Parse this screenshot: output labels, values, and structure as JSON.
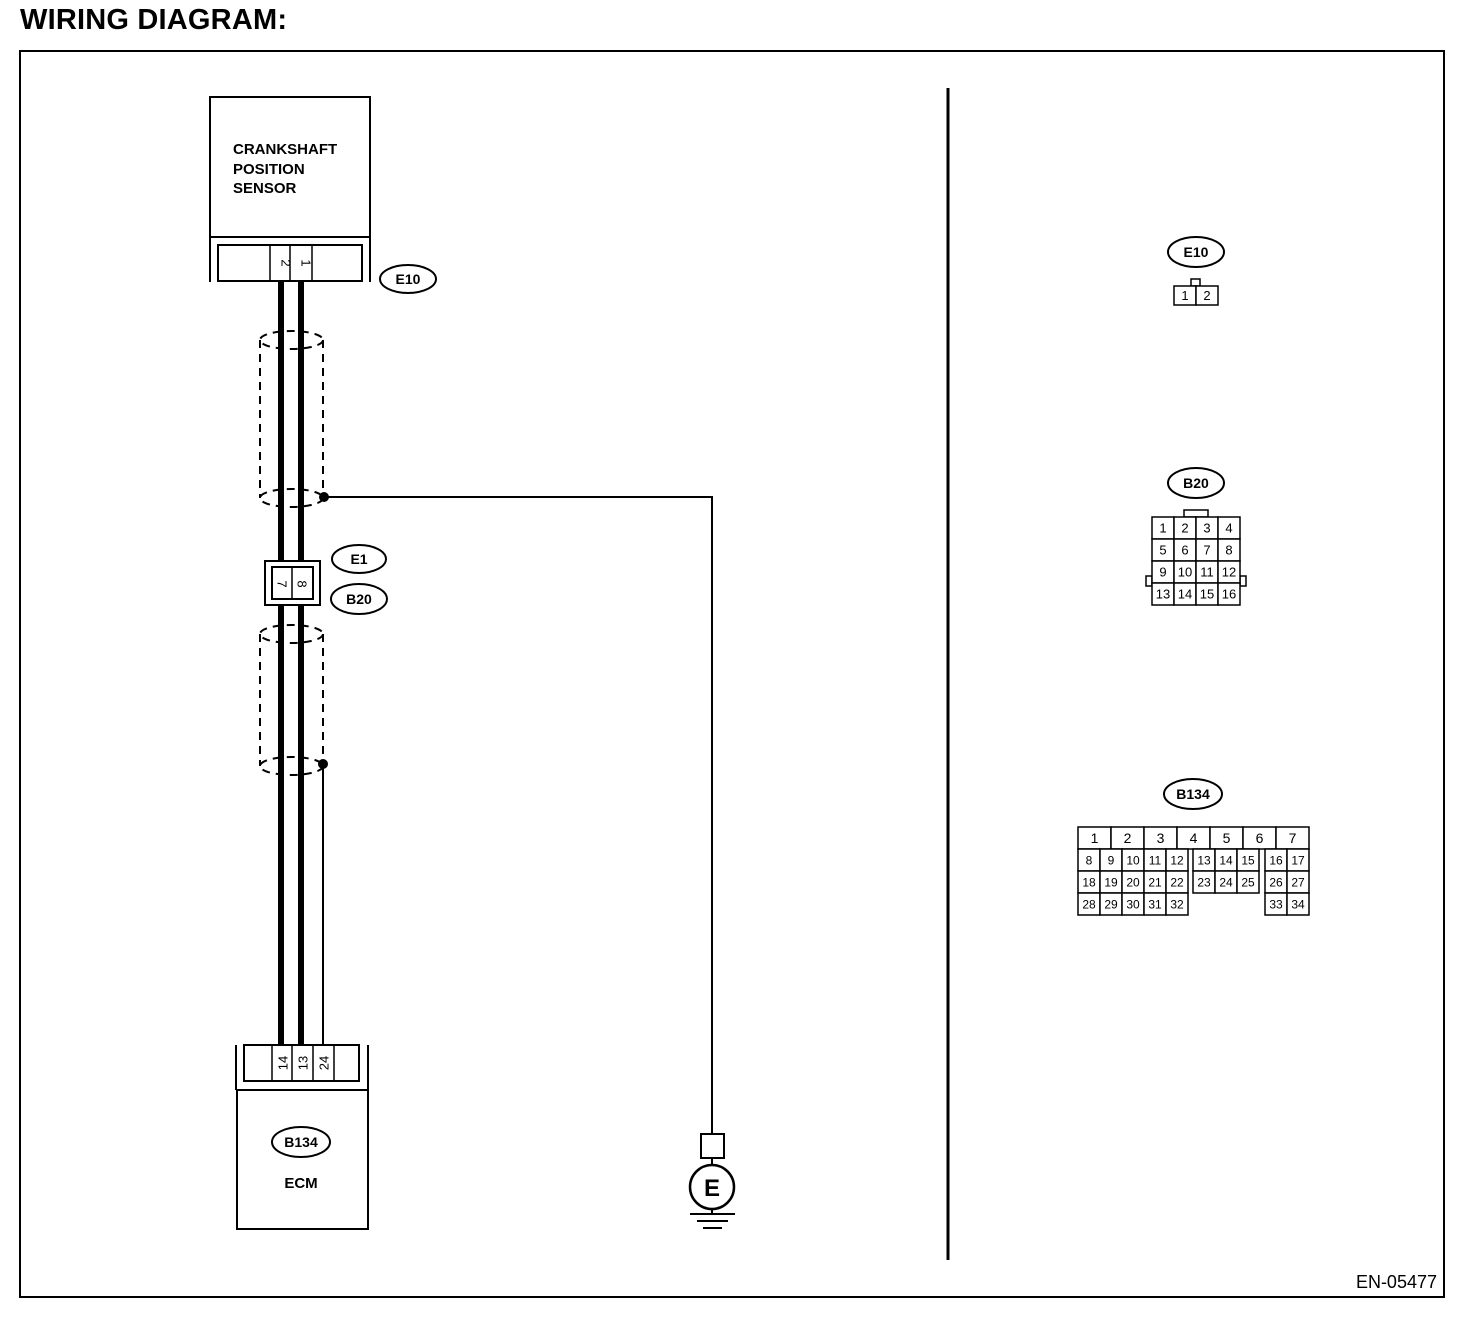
{
  "title": "WIRING DIAGRAM:",
  "figure_code": "EN-05477",
  "sensor": {
    "name_lines": [
      "CRANKSHAFT",
      "POSITION",
      "SENSOR"
    ],
    "pins": [
      "2",
      "1"
    ]
  },
  "connector_tags": {
    "sensor_side": "E10",
    "mid_upper": "E1",
    "mid_lower": "B20"
  },
  "joint_pins": [
    "7",
    "8"
  ],
  "ecm": {
    "name": "ECM",
    "tag": "B134",
    "pins": [
      "14",
      "13",
      "24"
    ]
  },
  "ground": {
    "label": "E"
  },
  "connector_views": [
    {
      "tag": "E10",
      "rows": [
        [
          "1",
          "2"
        ]
      ]
    },
    {
      "tag": "B20",
      "rows": [
        [
          "1",
          "2",
          "3",
          "4"
        ],
        [
          "5",
          "6",
          "7",
          "8"
        ],
        [
          "9",
          "10",
          "11",
          "12"
        ],
        [
          "13",
          "14",
          "15",
          "16"
        ]
      ]
    },
    {
      "tag": "B134",
      "rows": [
        [
          "1",
          "2",
          "3",
          "4",
          "5",
          "6",
          "7"
        ],
        [
          "8",
          "9",
          "10",
          "11",
          "12",
          "13",
          "14",
          "15",
          "16",
          "17"
        ],
        [
          "18",
          "19",
          "20",
          "21",
          "22",
          "23",
          "24",
          "25",
          "26",
          "27"
        ],
        [
          "28",
          "29",
          "30",
          "31",
          "32",
          "33",
          "34"
        ]
      ]
    }
  ]
}
